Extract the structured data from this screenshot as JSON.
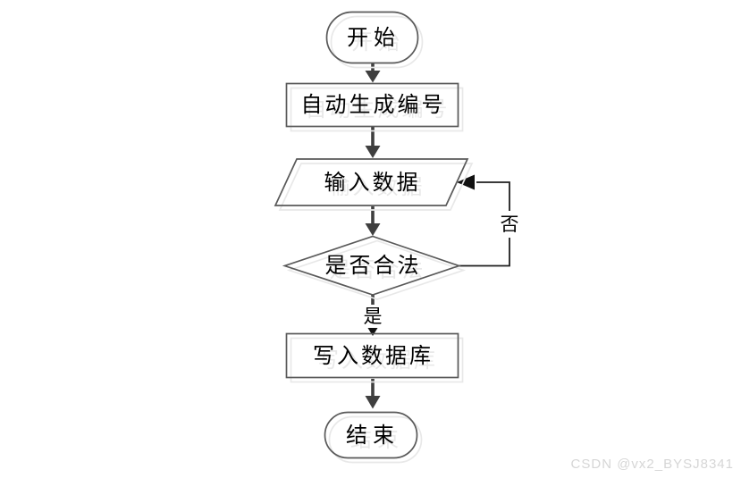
{
  "diagram": {
    "type": "flowchart",
    "nodes": [
      {
        "id": "start",
        "shape": "terminator",
        "label": "开始"
      },
      {
        "id": "auto-number",
        "shape": "process",
        "label": "自动生成编号"
      },
      {
        "id": "input-data",
        "shape": "input-output",
        "label": "输入数据"
      },
      {
        "id": "validate",
        "shape": "decision",
        "label": "是否合法"
      },
      {
        "id": "write-db",
        "shape": "process",
        "label": "写入数据库"
      },
      {
        "id": "end",
        "shape": "terminator",
        "label": "结束"
      }
    ],
    "edges": [
      {
        "from": "start",
        "to": "auto-number",
        "label": ""
      },
      {
        "from": "auto-number",
        "to": "input-data",
        "label": ""
      },
      {
        "from": "input-data",
        "to": "validate",
        "label": ""
      },
      {
        "from": "validate",
        "to": "write-db",
        "label": "是"
      },
      {
        "from": "validate",
        "to": "input-data",
        "label": "否"
      },
      {
        "from": "write-db",
        "to": "end",
        "label": ""
      }
    ]
  },
  "colors": {
    "background": "#ffffff",
    "shape_border": "#595959",
    "shape_shadow": "#e8e8e8",
    "arrow": "#3f3f3f",
    "connector": "#1f1f1f",
    "text": "#000000",
    "watermark": "#d6d6d6"
  },
  "watermark": {
    "text": "CSDN @vx2_BYSJ8341"
  }
}
